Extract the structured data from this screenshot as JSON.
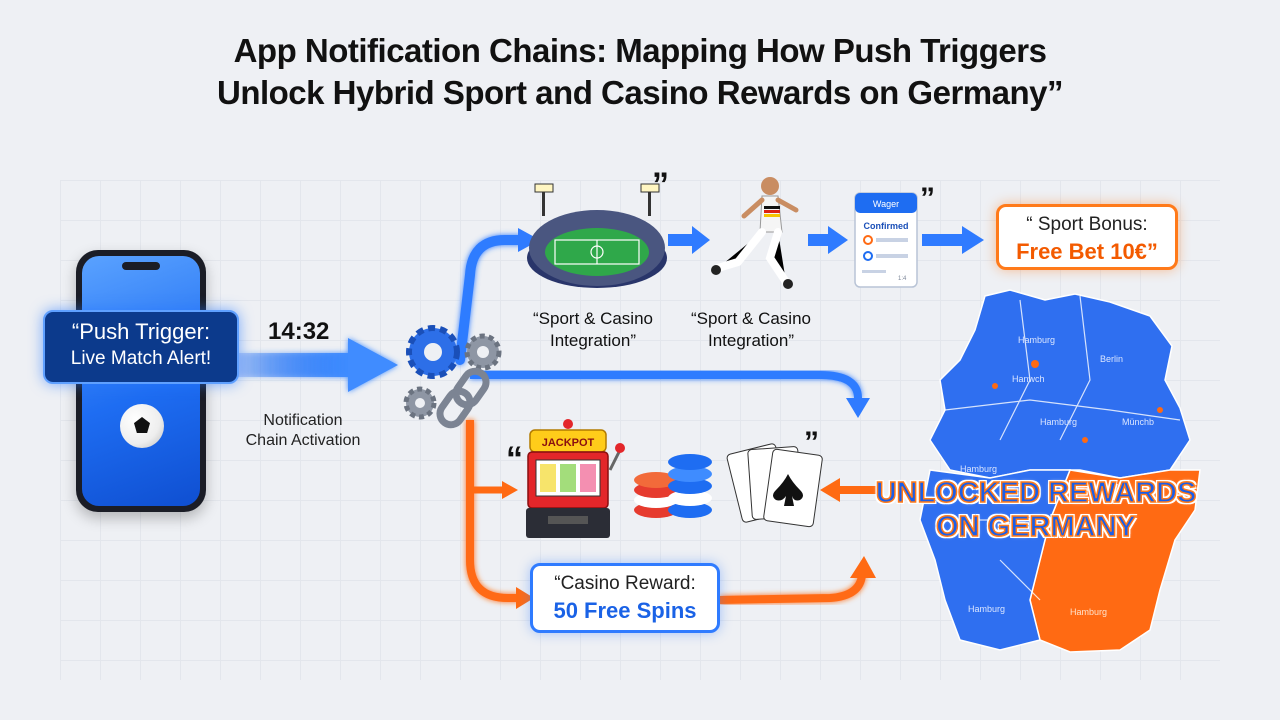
{
  "title": {
    "line1": "App Notification Chains: Mapping How Push Triggers",
    "line2": "Unlock Hybrid Sport and Casino Rewards on Germany”"
  },
  "push_trigger": {
    "line1": "“Push Trigger:",
    "line2": "Live Match Alert!"
  },
  "time": "14:32",
  "chain_label": {
    "line1": "Notification",
    "line2": "Chain Activation"
  },
  "integration_labels": [
    {
      "line1": "“Sport & Casino",
      "line2": "Integration”"
    },
    {
      "line1": "“Sport & Casino",
      "line2": "Integration”"
    }
  ],
  "wager_card": {
    "header": "Wager",
    "status": "Confirmed",
    "footer": "1:4"
  },
  "sport_bonus": {
    "line1": "“ Sport Bonus:",
    "line2": "Free Bet 10€”"
  },
  "casino_reward": {
    "line1": "“Casino Reward:",
    "line2": "50 Free Spins"
  },
  "slot_machine": {
    "label": "JACKPOT"
  },
  "unlocked": {
    "line1": "UNLOCKED REWARDS",
    "line2": "ON GERMANY"
  },
  "map_cities": {
    "c1": "Berlin",
    "c2": "Hamburg",
    "c3": "Hanwch",
    "c4": "Hamburg",
    "c5": "Münchb",
    "c6": "Hamburg",
    "c7": "Hamburg",
    "c8": "Hamburg"
  },
  "quote_marks": {
    "stadium": "”",
    "wager": "”",
    "slot": "“",
    "cards": "”"
  },
  "colors": {
    "blue": "#1e6df2",
    "orange": "#ff6a13",
    "dark_blue": "#0c3a8c"
  }
}
